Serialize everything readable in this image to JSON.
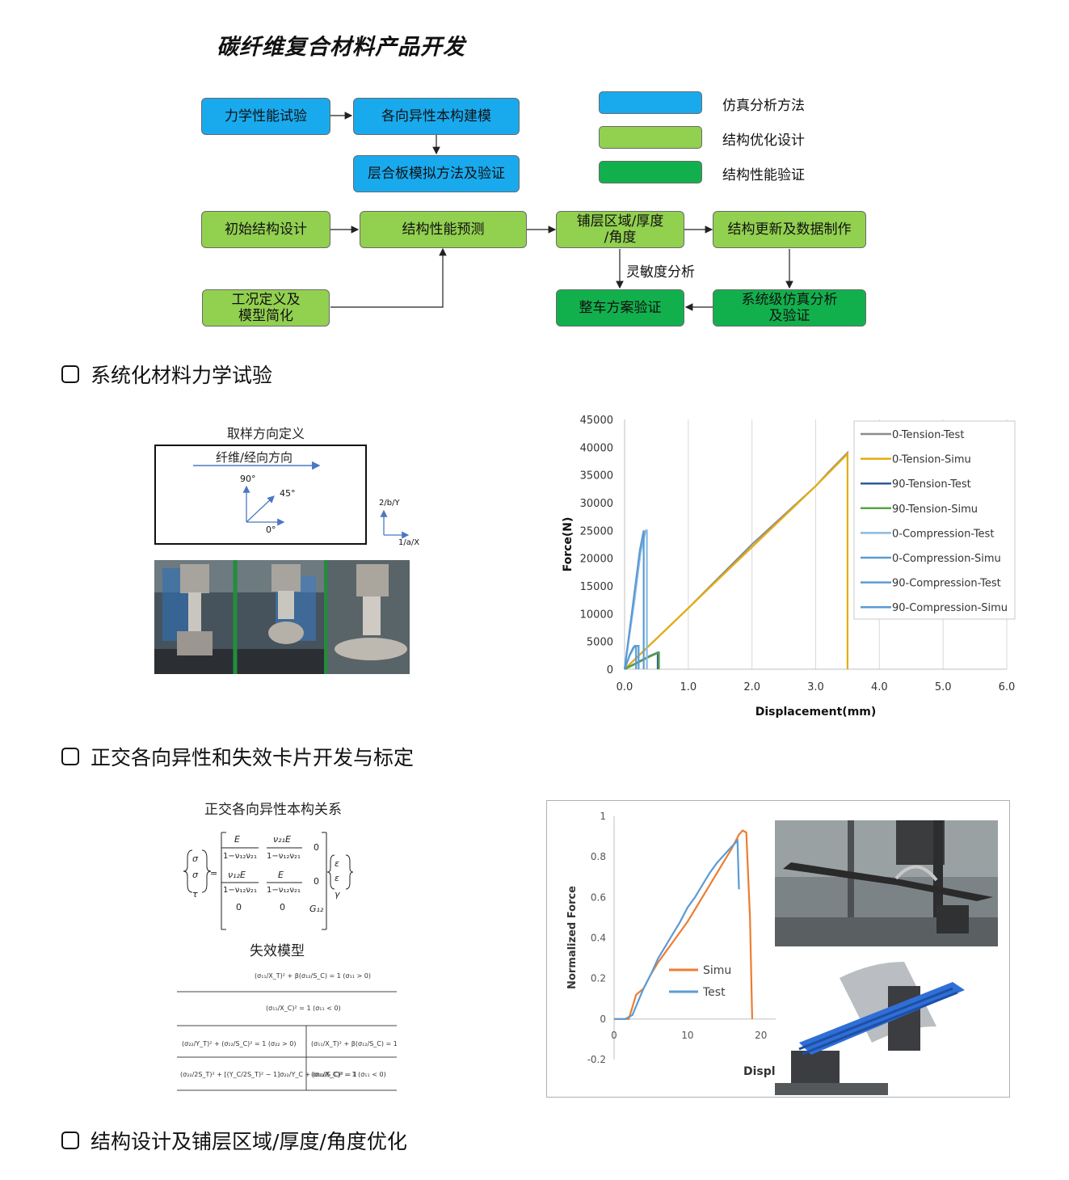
{
  "title": "碳纤维复合材料产品开发",
  "flow": {
    "boxes": {
      "mech_test": "力学性能试验",
      "aniso_model": "各向异性本构建模",
      "laminate": "层合板模拟方法及验证",
      "init_design": "初始结构设计",
      "perf_predict": "结构性能预测",
      "ply_line1": "铺层区域/厚度",
      "ply_line2": "/角度",
      "update": "结构更新及数据制作",
      "work_line1": "工况定义及",
      "work_line2": "模型简化",
      "vehicle": "整车方案验证",
      "system_line1": "系统级仿真分析",
      "system_line2": "及验证"
    },
    "sensitivity_label": "灵敏度分析",
    "legend": [
      {
        "label": "仿真分析方法",
        "color": "#19aaee"
      },
      {
        "label": "结构优化设计",
        "color": "#92d050"
      },
      {
        "label": "结构性能验证",
        "color": "#12b04d"
      }
    ]
  },
  "sections": [
    "系统化材料力学试验",
    "正交各向异性和失效卡片开发与标定",
    "结构设计及铺层区域/厚度/角度优化"
  ],
  "sampling": {
    "caption": "取样方向定义",
    "fiber_label": "纤维/经向方向",
    "angle_90": "90°",
    "angle_45": "45°",
    "angle_0": "0°",
    "axis_y": "2/b/Y",
    "axis_x": "1/a/X"
  },
  "constitutive": {
    "caption": "正交各向异性本构关系",
    "failure_caption": "失效模型"
  },
  "chart_data": [
    {
      "type": "line",
      "xlabel": "Displacement(mm)",
      "ylabel": "Force(N)",
      "xlim": [
        0,
        6
      ],
      "ylim": [
        0,
        45000
      ],
      "xticks": [
        "0.0",
        "1.0",
        "2.0",
        "3.0",
        "4.0",
        "5.0",
        "6.0"
      ],
      "yticks": [
        "0",
        "5000",
        "10000",
        "15000",
        "20000",
        "25000",
        "30000",
        "35000",
        "40000",
        "45000"
      ],
      "legend_position": "top-right",
      "grid": "vertical",
      "series": [
        {
          "name": "0-Tension-Test",
          "color": "#8c8c8c",
          "x": [
            0,
            1.0,
            2.0,
            3.0,
            3.2,
            3.5,
            3.5
          ],
          "y": [
            0,
            11000,
            22500,
            33000,
            35500,
            39000,
            37500
          ]
        },
        {
          "name": "0-Tension-Simu",
          "color": "#e5ad0e",
          "x": [
            0,
            1.0,
            2.0,
            3.0,
            3.5,
            3.5
          ],
          "y": [
            0,
            11000,
            22000,
            33000,
            38800,
            0
          ]
        },
        {
          "name": "90-Tension-Test",
          "color": "#2e5b9a",
          "x": [
            0,
            0.2,
            0.4,
            0.52,
            0.52
          ],
          "y": [
            0,
            1200,
            2400,
            3000,
            0
          ]
        },
        {
          "name": "90-Tension-Simu",
          "color": "#58a445",
          "x": [
            0,
            0.2,
            0.4,
            0.54,
            0.54
          ],
          "y": [
            0,
            1100,
            2300,
            3000,
            0
          ]
        },
        {
          "name": "0-Compression-Test",
          "color": "#8db8e0",
          "x": [
            0,
            0.15,
            0.25,
            0.33,
            0.35,
            0.35
          ],
          "y": [
            0,
            12000,
            21000,
            25000,
            25000,
            0
          ]
        },
        {
          "name": "0-Compression-Simu",
          "color": "#5a9bd5",
          "x": [
            0,
            0.14,
            0.24,
            0.3,
            0.3
          ],
          "y": [
            0,
            12500,
            21500,
            25000,
            0
          ]
        },
        {
          "name": "90-Compression-Test",
          "color": "#5a9bd5",
          "x": [
            0,
            0.08,
            0.16,
            0.22,
            0.22
          ],
          "y": [
            0,
            2500,
            4200,
            4200,
            0
          ]
        },
        {
          "name": "90-Compression-Simu",
          "color": "#5a9bd5",
          "x": [
            0,
            0.08,
            0.14,
            0.18,
            0.18
          ],
          "y": [
            0,
            2600,
            4000,
            4100,
            0
          ]
        }
      ]
    },
    {
      "type": "line",
      "xlabel": "Displ",
      "ylabel": "Normalized Force",
      "xlim": [
        0,
        22
      ],
      "ylim": [
        -0.2,
        1.0
      ],
      "xticks": [
        "0",
        "10",
        "20"
      ],
      "yticks": [
        "1",
        "0.8",
        "0.6",
        "0.4",
        "0.2",
        "0",
        "-0.2"
      ],
      "legend_position": "center",
      "series": [
        {
          "name": "Simu",
          "color": "#ed7d31",
          "x": [
            0,
            2,
            3,
            4,
            5,
            6,
            7,
            8,
            9,
            10,
            11,
            12,
            13,
            14,
            15,
            16,
            17,
            17.5,
            18,
            18.5,
            18.8
          ],
          "y": [
            0,
            0,
            0.12,
            0.15,
            0.22,
            0.28,
            0.33,
            0.38,
            0.43,
            0.48,
            0.54,
            0.6,
            0.66,
            0.72,
            0.78,
            0.84,
            0.91,
            0.93,
            0.92,
            0.5,
            0
          ]
        },
        {
          "name": "Test",
          "color": "#5b9bd5",
          "x": [
            0,
            1.5,
            2.5,
            4,
            5,
            6,
            7,
            8,
            9,
            10,
            11,
            12,
            13,
            14,
            15,
            16,
            16.8,
            17
          ],
          "y": [
            0,
            0,
            0.02,
            0.15,
            0.22,
            0.3,
            0.36,
            0.42,
            0.48,
            0.55,
            0.6,
            0.66,
            0.72,
            0.77,
            0.81,
            0.85,
            0.88,
            0.64
          ]
        }
      ]
    }
  ]
}
